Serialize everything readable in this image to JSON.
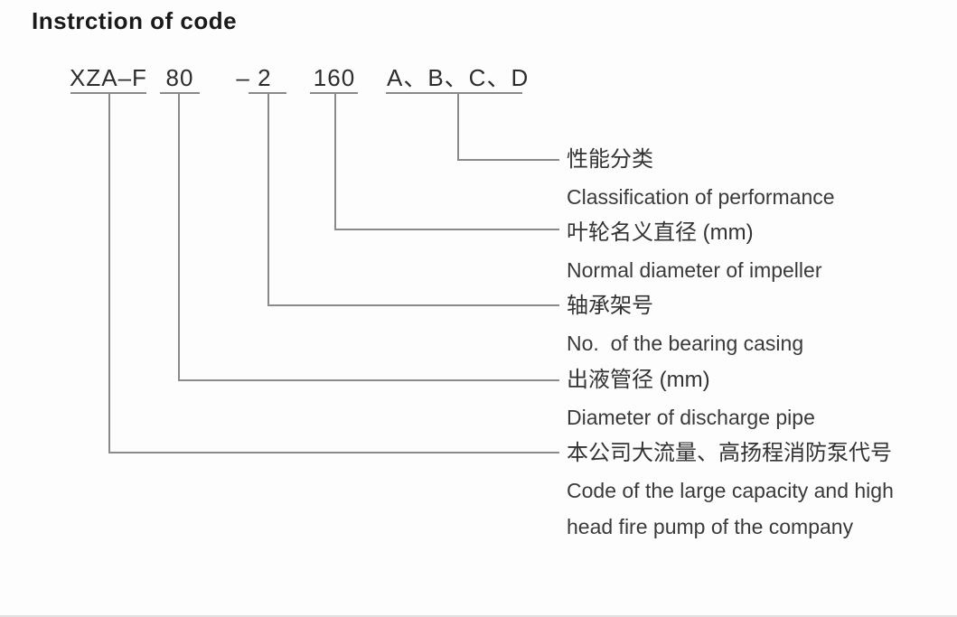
{
  "title": "Instrction of code",
  "code": {
    "segments": [
      {
        "text": "XZA–F"
      },
      {
        "text": "80"
      },
      {
        "text": "– 2"
      },
      {
        "text": "160"
      },
      {
        "text": "A、B、C、D"
      }
    ]
  },
  "labels": [
    {
      "zh": "性能分类",
      "en": "Classification of performance"
    },
    {
      "zh": "叶轮名义直径 (mm)",
      "en": "Normal diameter of impeller"
    },
    {
      "zh": "轴承架号",
      "en": "No.  of the bearing casing"
    },
    {
      "zh": "出液管径 (mm)",
      "en": "Diameter of discharge pipe"
    },
    {
      "zh": "本公司大流量、高扬程消防泵代号",
      "en": "Code of the large capacity and high",
      "en2": "head fire pump of the company"
    }
  ],
  "colors": {
    "background": "#fdfdfd",
    "text": "#2f2f2f",
    "line": "#8a8a8a"
  }
}
